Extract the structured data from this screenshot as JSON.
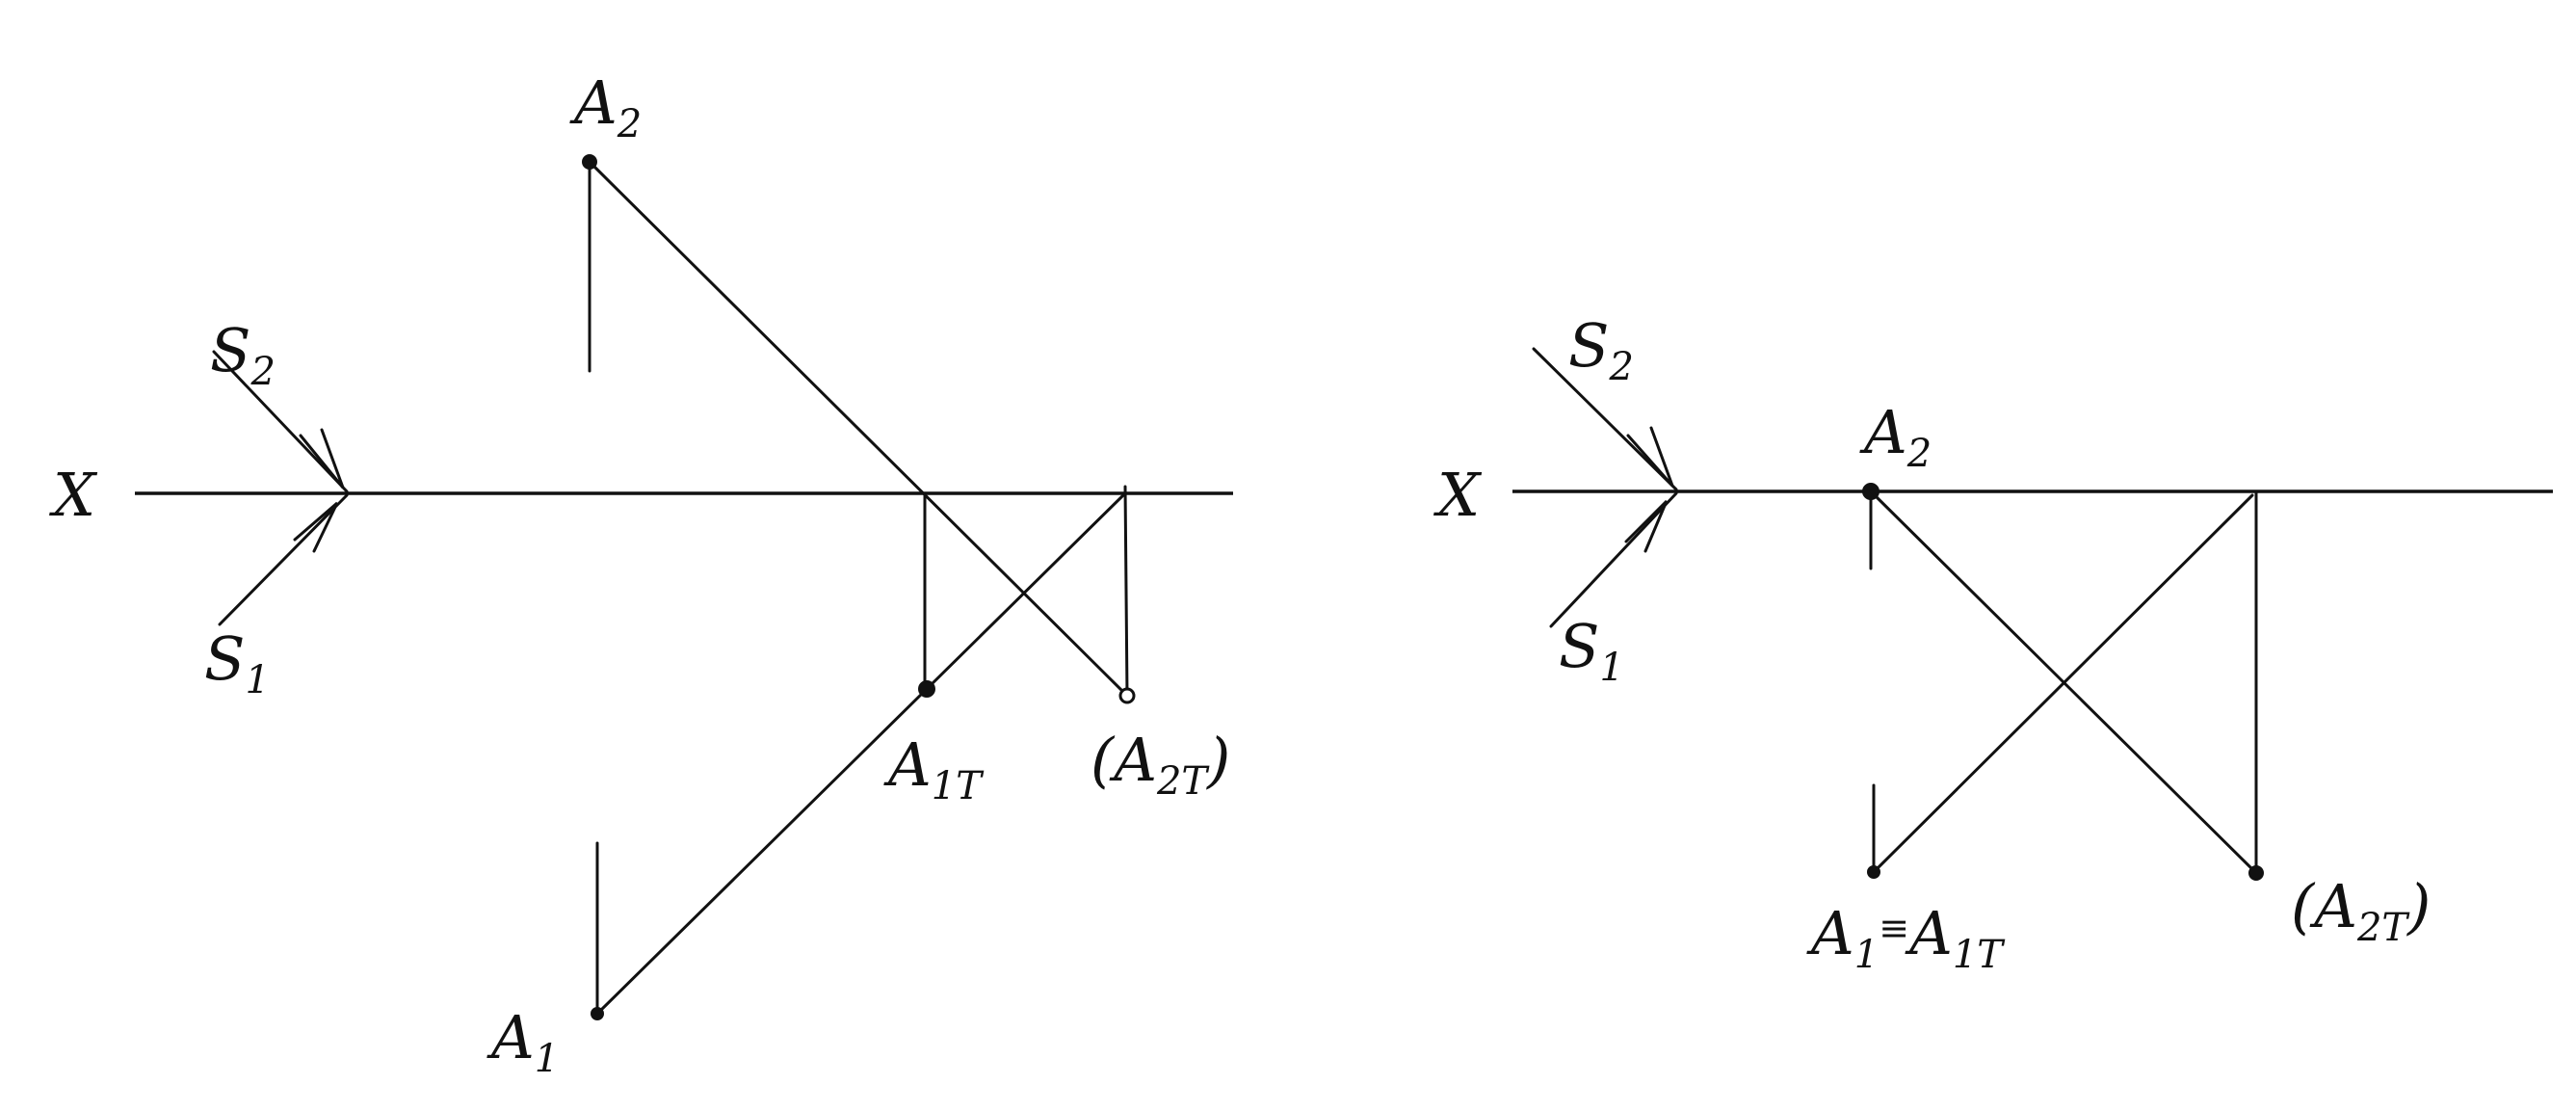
{
  "diagram": {
    "line_color": "#111111",
    "background": "#ffffff",
    "left_figure": {
      "axis_label": "X",
      "s2": {
        "main": "S",
        "sub": "2"
      },
      "s1": {
        "main": "S",
        "sub": "1"
      },
      "a2": {
        "main": "A",
        "sub": "2"
      },
      "a1": {
        "main": "A",
        "sub": "1"
      },
      "a1t": {
        "main": "A",
        "sub": "1T"
      },
      "a2t": {
        "open": "(",
        "main": "A",
        "sub": "2T",
        "close": ")"
      }
    },
    "right_figure": {
      "axis_label": "X",
      "s2": {
        "main": "S",
        "sub": "2"
      },
      "s1": {
        "main": "S",
        "sub": "1"
      },
      "a2": {
        "main": "A",
        "sub": "2"
      },
      "a1_eq": {
        "main": "A",
        "sub": "1",
        "eq": "≡",
        "main2": "A",
        "sub2": "1T"
      },
      "a2t": {
        "open": "(",
        "main": "A",
        "sub": "2T",
        "close": ")"
      }
    }
  }
}
